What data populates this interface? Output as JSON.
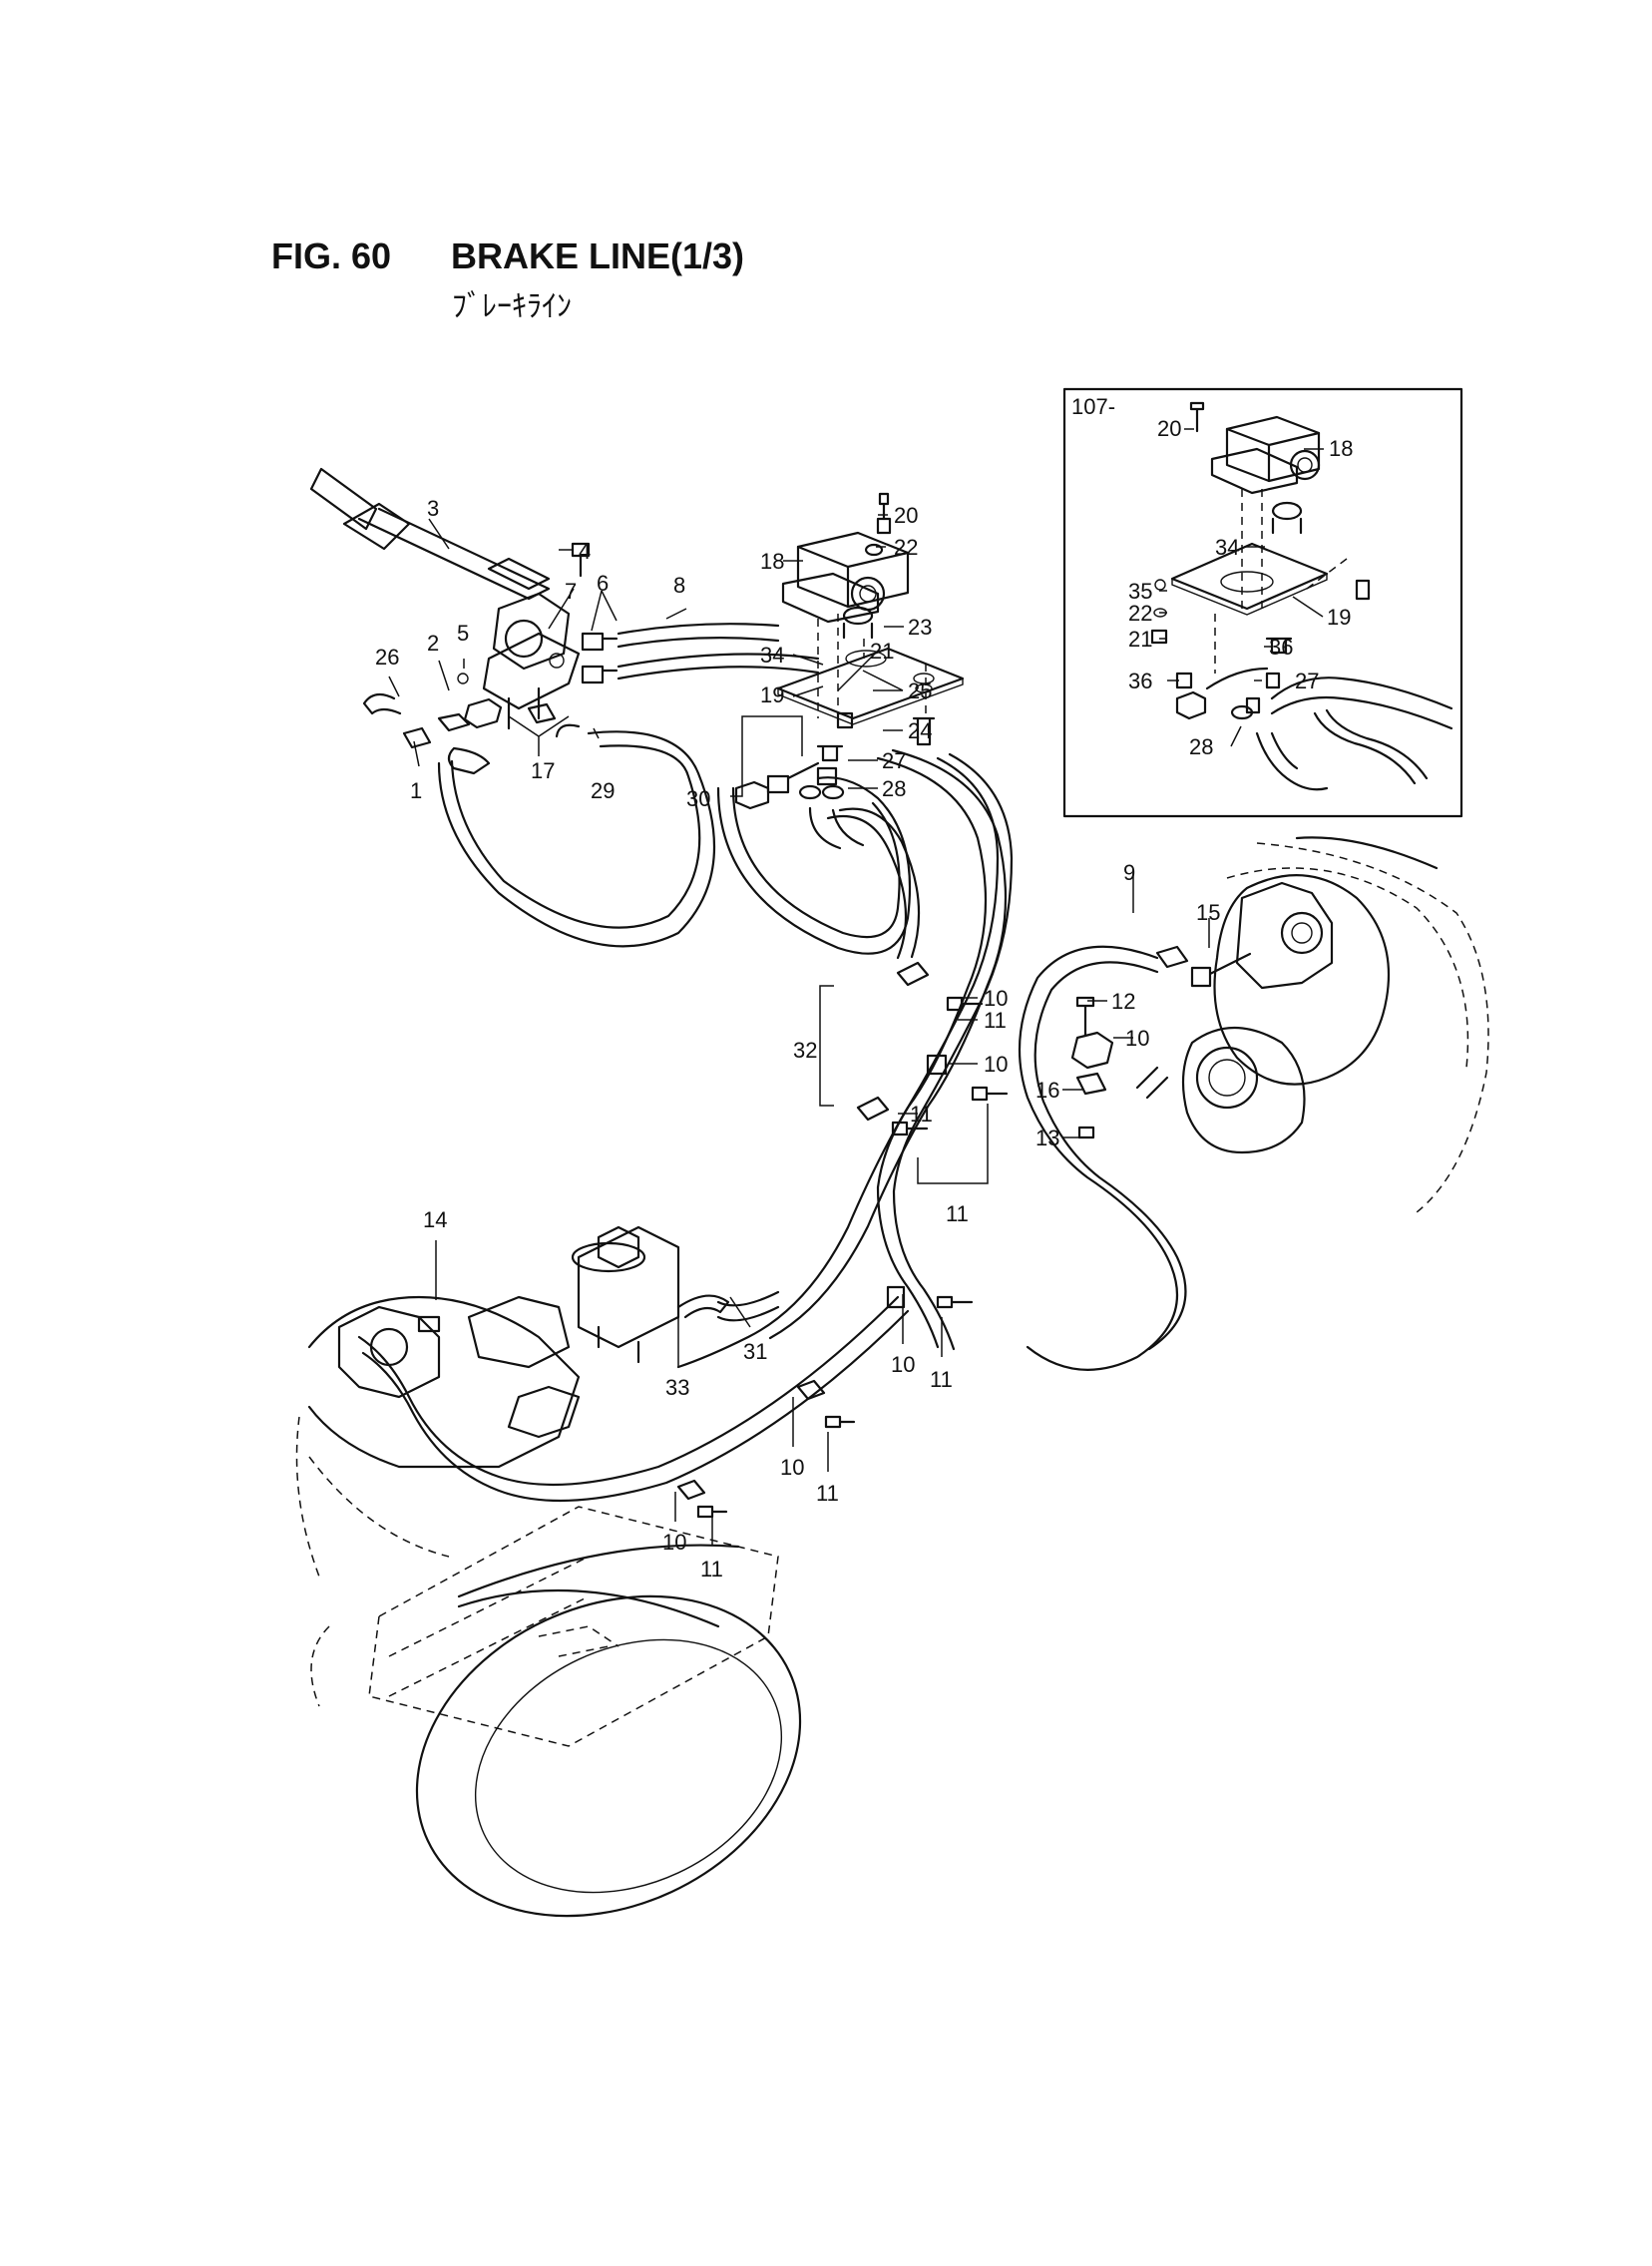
{
  "header": {
    "figure_number": "FIG. 60",
    "title": "BRAKE LINE(1/3)",
    "subtitle_jp": "ﾌﾞﾚｰｷﾗｲﾝ"
  },
  "inset": {
    "serial_label": "107-"
  },
  "callouts": [
    {
      "text": "3"
    },
    {
      "text": "4"
    },
    {
      "text": "7"
    },
    {
      "text": "6"
    },
    {
      "text": "8"
    },
    {
      "text": "5"
    },
    {
      "text": "2"
    },
    {
      "text": "26"
    },
    {
      "text": "1"
    },
    {
      "text": "17"
    },
    {
      "text": "29"
    },
    {
      "text": "18"
    },
    {
      "text": "20"
    },
    {
      "text": "22"
    },
    {
      "text": "23"
    },
    {
      "text": "34"
    },
    {
      "text": "19"
    },
    {
      "text": "25"
    },
    {
      "text": "21"
    },
    {
      "text": "24"
    },
    {
      "text": "27"
    },
    {
      "text": "28"
    },
    {
      "text": "30"
    },
    {
      "text": "9"
    },
    {
      "text": "15"
    },
    {
      "text": "10"
    },
    {
      "text": "11"
    },
    {
      "text": "32"
    },
    {
      "text": "10"
    },
    {
      "text": "11"
    },
    {
      "text": "12"
    },
    {
      "text": "10"
    },
    {
      "text": "16"
    },
    {
      "text": "13"
    },
    {
      "text": "11"
    },
    {
      "text": "14"
    },
    {
      "text": "31"
    },
    {
      "text": "33"
    },
    {
      "text": "10"
    },
    {
      "text": "11"
    },
    {
      "text": "10"
    },
    {
      "text": "11"
    },
    {
      "text": "10"
    },
    {
      "text": "11"
    },
    {
      "text": "20"
    },
    {
      "text": "18"
    },
    {
      "text": "34"
    },
    {
      "text": "35"
    },
    {
      "text": "22"
    },
    {
      "text": "19"
    },
    {
      "text": "21"
    },
    {
      "text": "36"
    },
    {
      "text": "36"
    },
    {
      "text": "27"
    },
    {
      "text": "28"
    }
  ]
}
